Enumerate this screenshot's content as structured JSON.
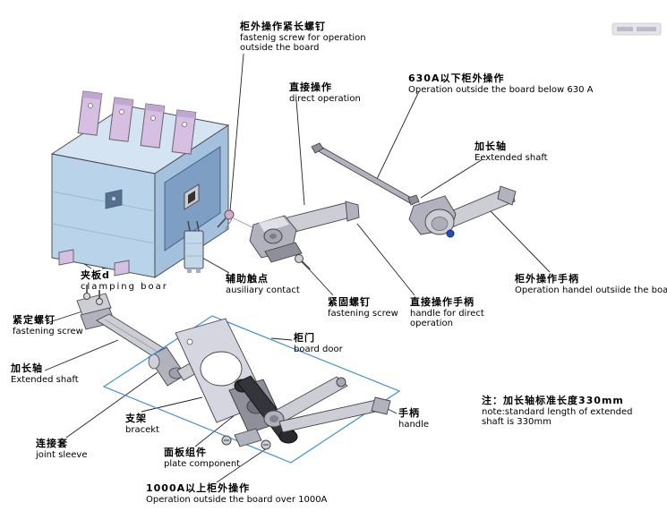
{
  "labels": [
    {
      "key": "fastening-screw-outside",
      "zh": "柜外操作紧长螺钉",
      "en1": "fastenig screw for operation",
      "en2": "outside the board"
    },
    {
      "key": "direct-operation",
      "zh": "直接操作",
      "en1": "direct operation"
    },
    {
      "key": "below-630a",
      "zh": "630A以下柜外操作",
      "en1": "Operation outside the board below 630 A"
    },
    {
      "key": "extended-shaft-right",
      "zh": "加长轴",
      "en1": "Eextended shaft"
    },
    {
      "key": "clamping-board",
      "zh": "夹板d",
      "en1": "clamping boar"
    },
    {
      "key": "auxiliary-contact",
      "zh": "辅助触点",
      "en1": "ausiliary contact"
    },
    {
      "key": "fastening-screw-mid",
      "zh": "紧固螺钉",
      "en1": "fastening screw"
    },
    {
      "key": "handle-direct-operation",
      "zh": "直接操作手柄",
      "en1": "handle for direct",
      "en2": "operation"
    },
    {
      "key": "operation-handle-outside",
      "zh": "柜外操作手柄",
      "en1": "Operation handel outsiide the board"
    },
    {
      "key": "fastening-screw-left",
      "zh": "紧定螺钉",
      "en1": "fastening screw"
    },
    {
      "key": "extended-shaft-left",
      "zh": "加长轴",
      "en1": "Extended shaft"
    },
    {
      "key": "board-door",
      "zh": "柜门",
      "en1": "board door"
    },
    {
      "key": "bracket",
      "zh": "支架",
      "en1": "bracekt"
    },
    {
      "key": "joint-sleeve",
      "zh": "连接套",
      "en1": "joint sleeve"
    },
    {
      "key": "plate-component",
      "zh": "面板组件",
      "en1": "plate component"
    },
    {
      "key": "handle",
      "zh": "手柄",
      "en1": "handle"
    },
    {
      "key": "over-1000a",
      "zh": "1000A以上柜外操作",
      "en1": "Operation outside the board over 1000A"
    }
  ],
  "note": {
    "zh": "注：加长轴标准长度330mm",
    "en1": "note:standard length of extended",
    "en2": "shaft is 330mm"
  },
  "colors": {
    "body_top": "#d5e4f2",
    "body_front": "#b9d3ea",
    "body_side": "#a3c1dd",
    "panel_blue": "#7e9ec4",
    "terminal_pink": "#d7bfe3",
    "screw_pink": "#d8a9cc",
    "gray_light": "#cdcdd6",
    "gray_mid": "#b2b2bf",
    "gray_dark": "#8f8f9b",
    "handle_black": "#34343b",
    "accent_blue": "#1f4fc0",
    "door_blue": "#3f8fd6",
    "line": "#222222"
  }
}
